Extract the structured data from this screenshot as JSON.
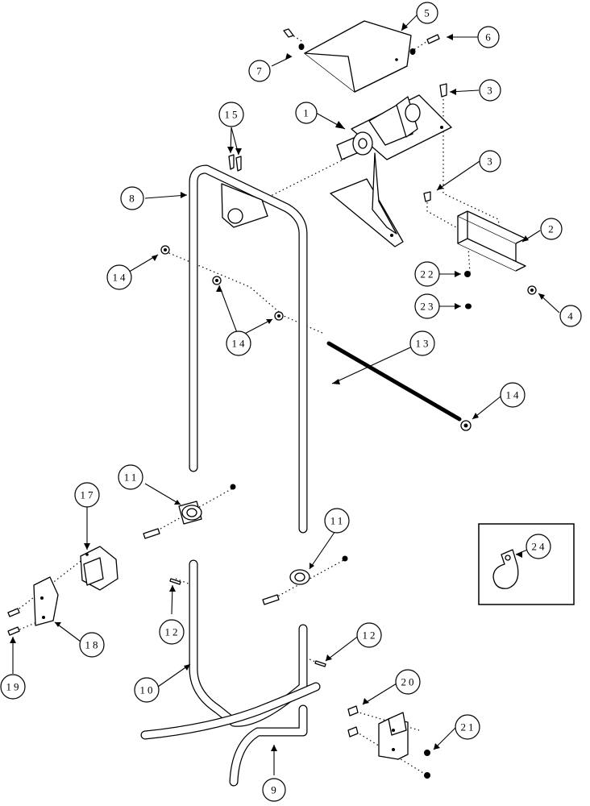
{
  "callouts": [
    {
      "id": "c1",
      "label": "1"
    },
    {
      "id": "c2",
      "label": "2"
    },
    {
      "id": "c3a",
      "label": "3"
    },
    {
      "id": "c3b",
      "label": "3"
    },
    {
      "id": "c4",
      "label": "4"
    },
    {
      "id": "c5",
      "label": "5"
    },
    {
      "id": "c6",
      "label": "6"
    },
    {
      "id": "c7",
      "label": "7"
    },
    {
      "id": "c8",
      "label": "8"
    },
    {
      "id": "c9",
      "label": "9"
    },
    {
      "id": "c10",
      "label": "10"
    },
    {
      "id": "c11a",
      "label": "11"
    },
    {
      "id": "c11b",
      "label": "11"
    },
    {
      "id": "c12a",
      "label": "12"
    },
    {
      "id": "c12b",
      "label": "12"
    },
    {
      "id": "c13",
      "label": "13"
    },
    {
      "id": "c14a",
      "label": "14"
    },
    {
      "id": "c14b",
      "label": "14"
    },
    {
      "id": "c14c",
      "label": "14"
    },
    {
      "id": "c15",
      "label": "15"
    },
    {
      "id": "c17",
      "label": "17"
    },
    {
      "id": "c18",
      "label": "18"
    },
    {
      "id": "c19",
      "label": "19"
    },
    {
      "id": "c20",
      "label": "20"
    },
    {
      "id": "c21",
      "label": "21"
    },
    {
      "id": "c22",
      "label": "22"
    },
    {
      "id": "c23",
      "label": "23"
    },
    {
      "id": "c24",
      "label": "24"
    }
  ]
}
